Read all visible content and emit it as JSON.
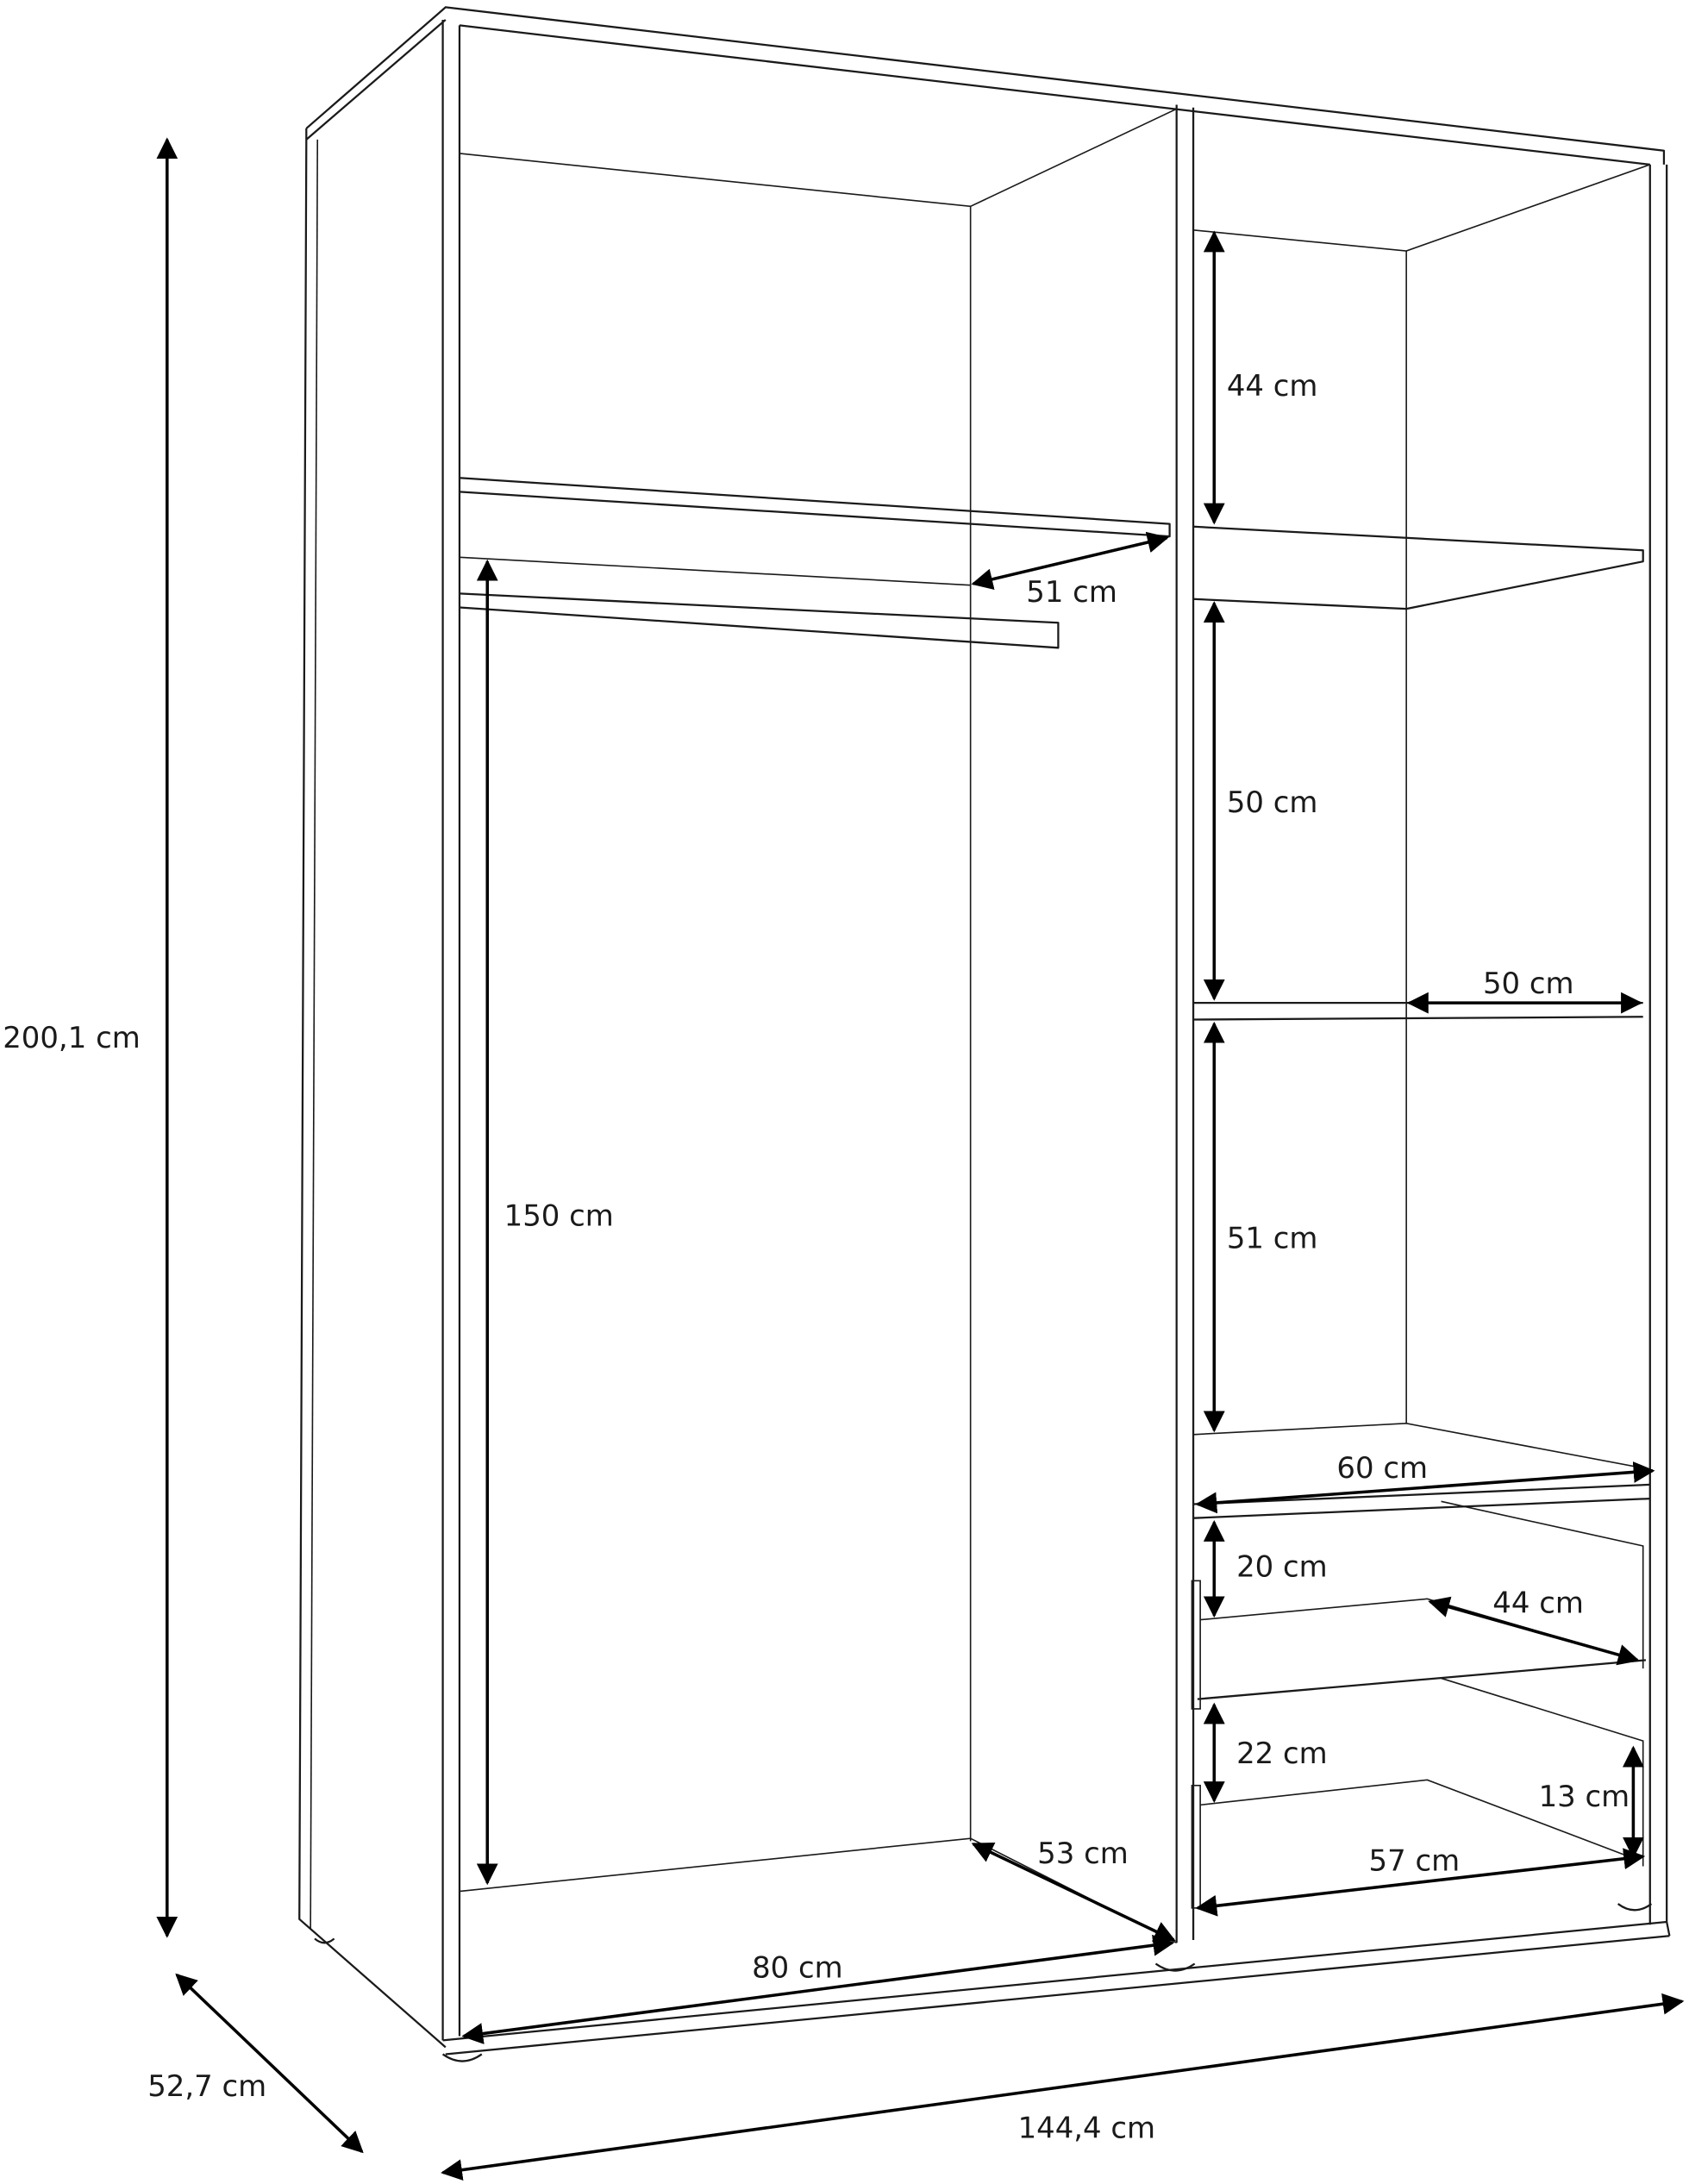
{
  "diagram": {
    "colors": {
      "line": "#1a1a1a",
      "background": "#ffffff"
    },
    "dimensions": {
      "total_height": "200,1 cm",
      "total_depth": "52,7 cm",
      "total_width": "144,4 cm",
      "left_width": "80 cm",
      "left_depth": "53 cm",
      "left_hanging_height": "150 cm",
      "left_shelf_depth": "51 cm",
      "right_top_height": "44 cm",
      "right_mid_height": "50 cm",
      "right_shelf_depth": "50 cm",
      "right_low_height": "51 cm",
      "right_width": "60 cm",
      "drawer1_height": "20 cm",
      "drawer1_depth": "44 cm",
      "drawer2_height": "22 cm",
      "drawer2_inner_height": "13 cm",
      "drawer2_depth": "57 cm"
    }
  }
}
